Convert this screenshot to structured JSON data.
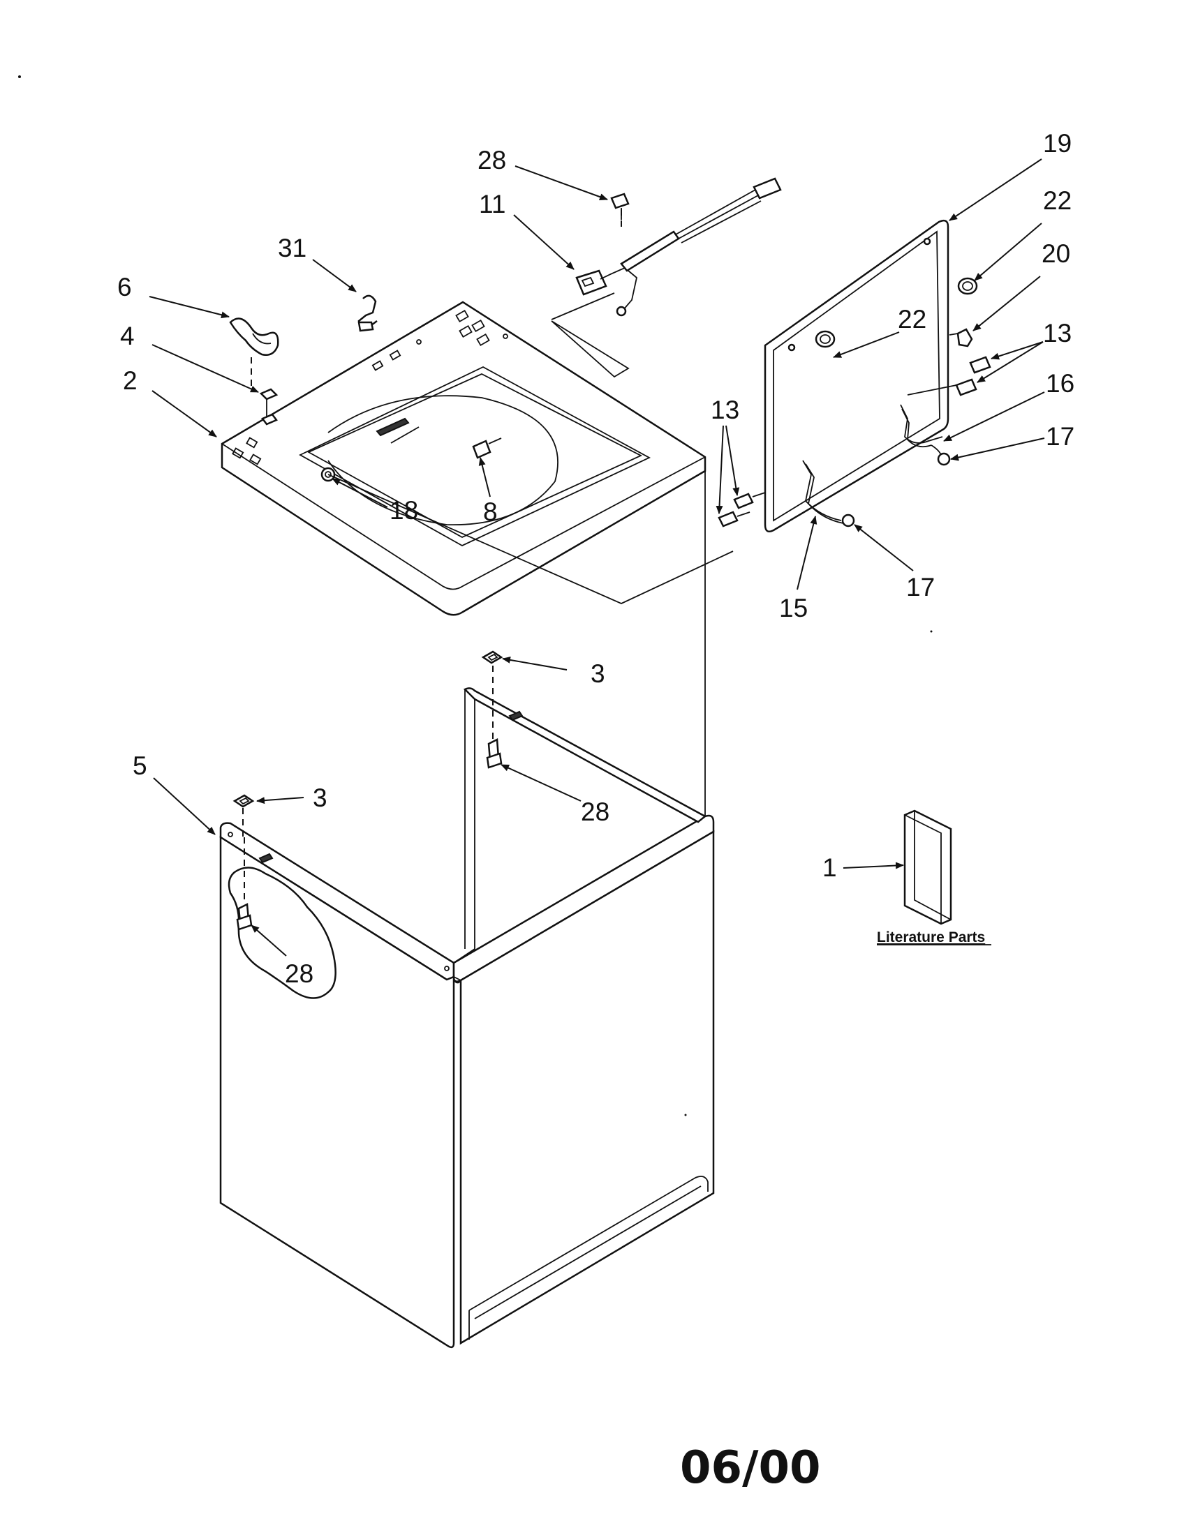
{
  "callouts": [
    {
      "id": "c28a",
      "label": "28"
    },
    {
      "id": "c11",
      "label": "11"
    },
    {
      "id": "c31",
      "label": "31"
    },
    {
      "id": "c6",
      "label": "6"
    },
    {
      "id": "c4",
      "label": "4"
    },
    {
      "id": "c2",
      "label": "2"
    },
    {
      "id": "c18",
      "label": "18"
    },
    {
      "id": "c8",
      "label": "8"
    },
    {
      "id": "c19",
      "label": "19"
    },
    {
      "id": "c22a",
      "label": "22"
    },
    {
      "id": "c20",
      "label": "20"
    },
    {
      "id": "c22b",
      "label": "22"
    },
    {
      "id": "c13a",
      "label": "13"
    },
    {
      "id": "c16",
      "label": "16"
    },
    {
      "id": "c17a",
      "label": "17"
    },
    {
      "id": "c13b",
      "label": "13"
    },
    {
      "id": "c17b",
      "label": "17"
    },
    {
      "id": "c15",
      "label": "15"
    },
    {
      "id": "c3a",
      "label": "3"
    },
    {
      "id": "c28b",
      "label": "28"
    },
    {
      "id": "c5",
      "label": "5"
    },
    {
      "id": "c3b",
      "label": "3"
    },
    {
      "id": "c28c",
      "label": "28"
    },
    {
      "id": "c1",
      "label": "1"
    }
  ],
  "literature_label": "Literature Parts",
  "footer_date": "06/00"
}
